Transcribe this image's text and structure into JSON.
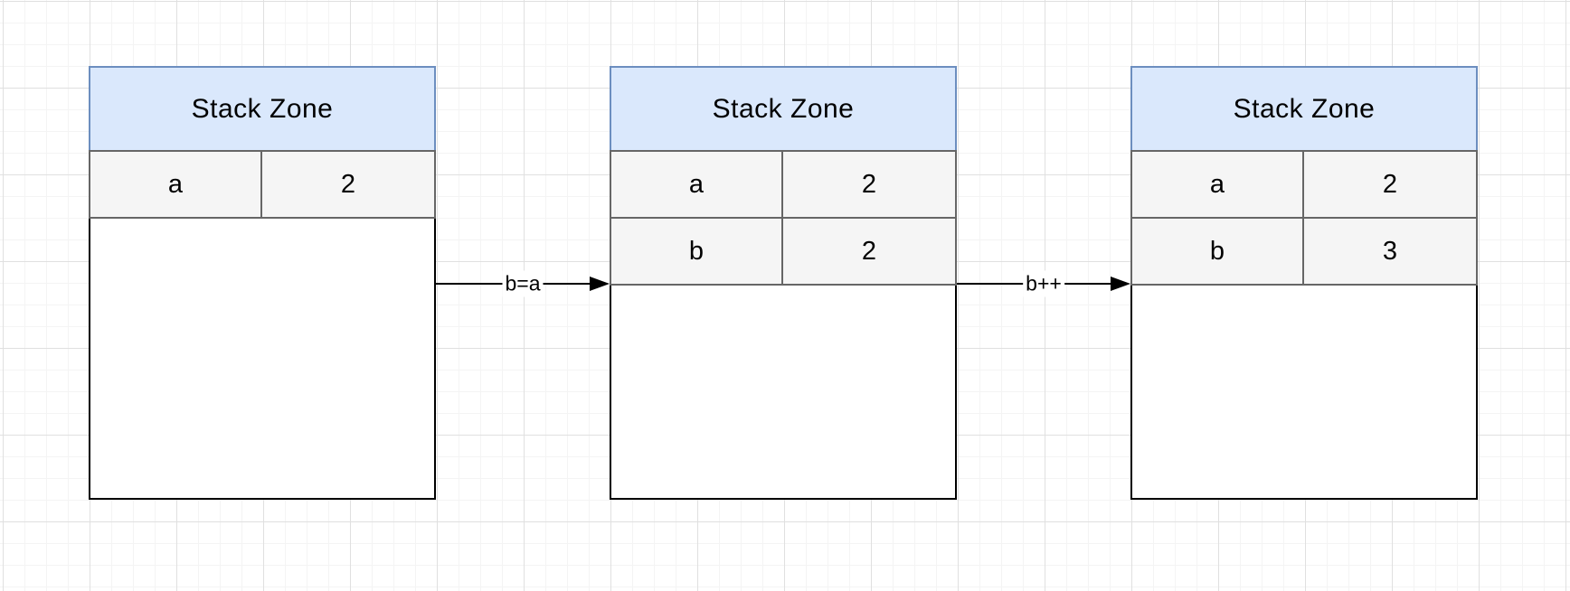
{
  "diagram": {
    "frames": [
      {
        "title": "Stack Zone",
        "rows": [
          {
            "name": "a",
            "value": "2"
          }
        ]
      },
      {
        "title": "Stack Zone",
        "rows": [
          {
            "name": "a",
            "value": "2"
          },
          {
            "name": "b",
            "value": "2"
          }
        ]
      },
      {
        "title": "Stack Zone",
        "rows": [
          {
            "name": "a",
            "value": "2"
          },
          {
            "name": "b",
            "value": "3"
          }
        ]
      }
    ],
    "edges": [
      {
        "label": "b=a"
      },
      {
        "label": "b++"
      }
    ],
    "colors": {
      "header_fill": "#dae8fc",
      "header_border": "#6c8ebf",
      "row_fill": "#f5f5f5",
      "row_border": "#666666",
      "frame_fill": "#ffffff",
      "frame_border": "#000000",
      "arrow": "#000000",
      "grid_minor": "#f4f4f4",
      "grid_major": "#e0e0e0"
    }
  }
}
